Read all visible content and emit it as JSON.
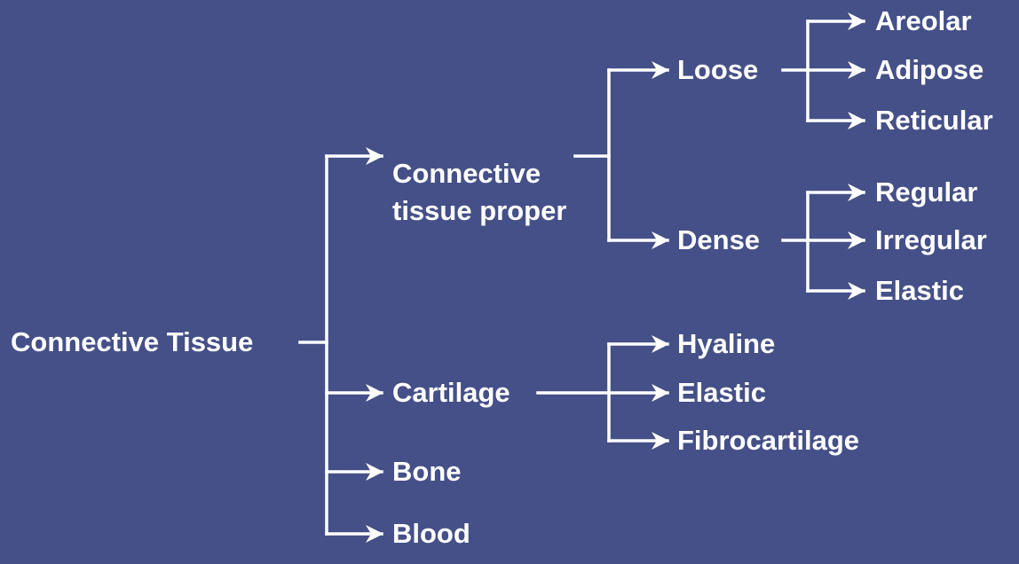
{
  "diagram": {
    "colors": {
      "background": "#455088",
      "text": "#ffffff",
      "lines": "#ffffff"
    },
    "nodes": {
      "root": "Connective Tissue",
      "proper": "Connective tissue proper",
      "cartilage": "Cartilage",
      "bone": "Bone",
      "blood": "Blood",
      "loose": "Loose",
      "dense": "Dense",
      "areolar": "Areolar",
      "adipose": "Adipose",
      "reticular": "Reticular",
      "regular": "Regular",
      "irregular": "Irregular",
      "elastic_dense": "Elastic",
      "hyaline": "Hyaline",
      "elastic_cartilage": "Elastic",
      "fibrocartilage": "Fibrocartilage"
    },
    "edges": [
      [
        "root",
        "proper"
      ],
      [
        "root",
        "cartilage"
      ],
      [
        "root",
        "bone"
      ],
      [
        "root",
        "blood"
      ],
      [
        "proper",
        "loose"
      ],
      [
        "proper",
        "dense"
      ],
      [
        "loose",
        "areolar"
      ],
      [
        "loose",
        "adipose"
      ],
      [
        "loose",
        "reticular"
      ],
      [
        "dense",
        "regular"
      ],
      [
        "dense",
        "irregular"
      ],
      [
        "dense",
        "elastic_dense"
      ],
      [
        "cartilage",
        "hyaline"
      ],
      [
        "cartilage",
        "elastic_cartilage"
      ],
      [
        "cartilage",
        "fibrocartilage"
      ]
    ]
  }
}
